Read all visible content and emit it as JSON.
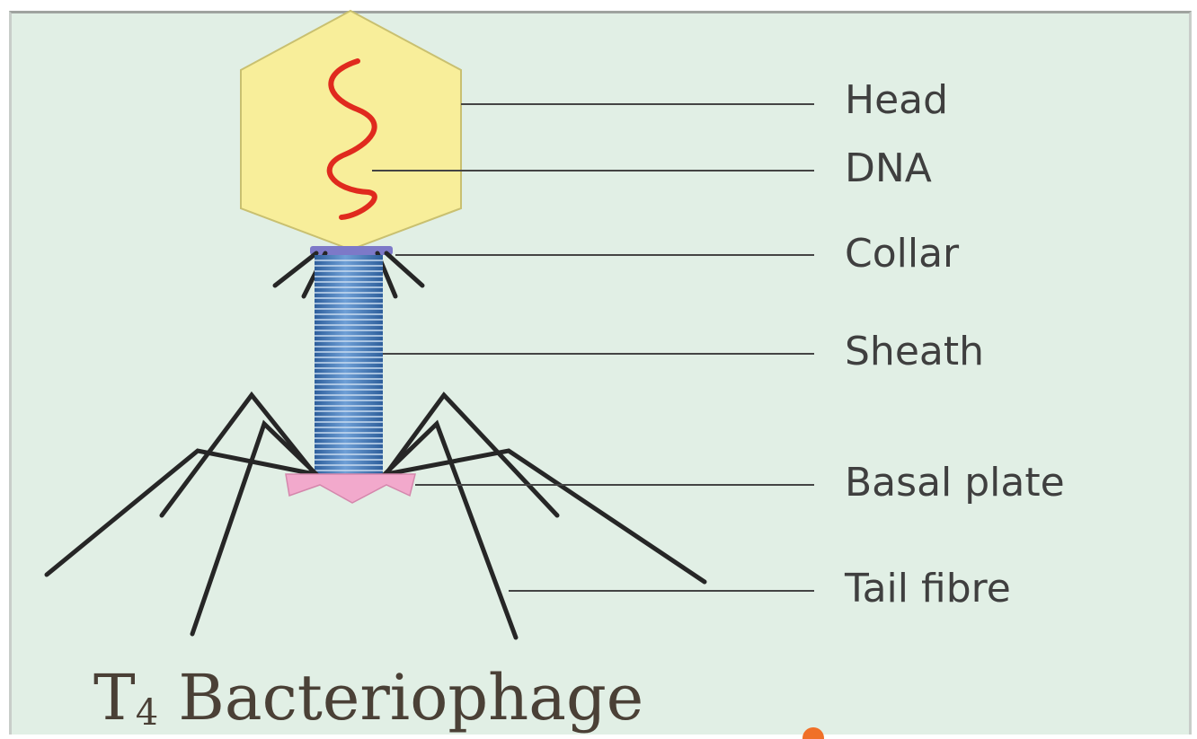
{
  "title": {
    "main": "T",
    "subscript": "4",
    "rest": " Bacteriophage"
  },
  "labels": {
    "head": "Head",
    "dna": "DNA",
    "collar": "Collar",
    "sheath": "Sheath",
    "basal_plate": "Basal plate",
    "tail_fibre": "Tail fibre"
  },
  "colors": {
    "background": "#e1efe5",
    "head_fill": "#f8ee9a",
    "dna": "#e02a1e",
    "collar": "#7d79c8",
    "sheath": "#4d80bd",
    "basal_plate": "#f2a9cc",
    "fibre": "#262626",
    "leader": "#444444",
    "title": "#4a4036"
  }
}
